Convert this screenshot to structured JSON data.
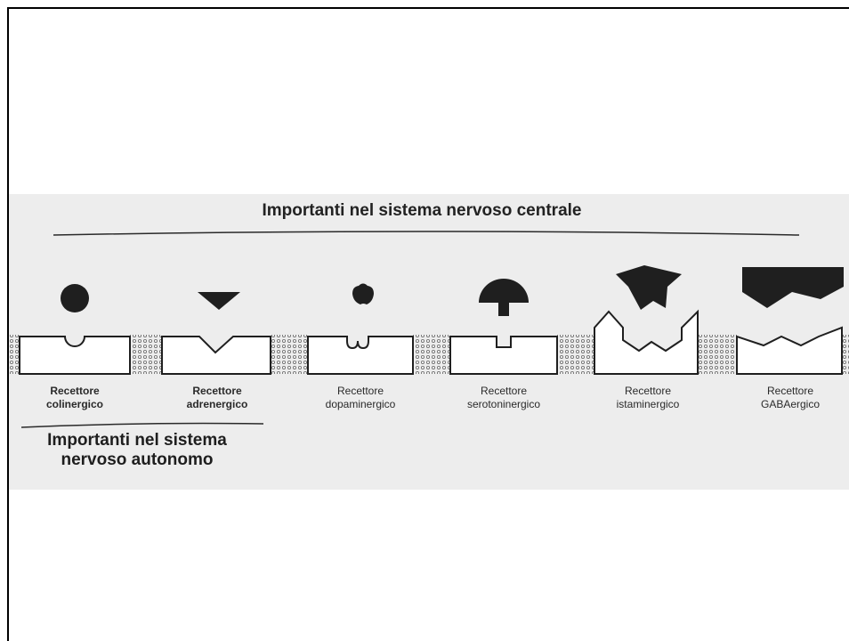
{
  "figure": {
    "title_cns": "Importanti nel sistema nervoso centrale",
    "title_ans_line1": "Importanti nel sistema",
    "title_ans_line2": "nervoso autonomo"
  },
  "receptors": [
    {
      "line1": "Recettore",
      "line2": "colinergico"
    },
    {
      "line1": "Recettore",
      "line2": "adrenergico"
    },
    {
      "line1": "Recettore",
      "line2": "dopaminergico"
    },
    {
      "line1": "Recettore",
      "line2": "serotoninergico"
    },
    {
      "line1": "Recettore",
      "line2": "istaminergico"
    },
    {
      "line1": "Recettore",
      "line2": "GABAergico"
    }
  ],
  "colors": {
    "ink": "#1f1f1f",
    "membrane": "#777777",
    "background": "#ededed"
  }
}
